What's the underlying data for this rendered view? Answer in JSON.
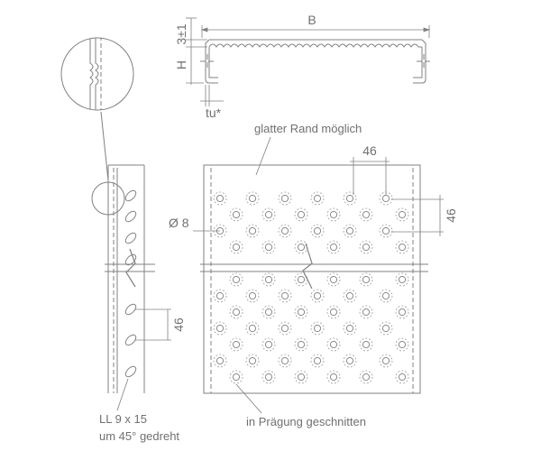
{
  "labels": {
    "width_b": "B",
    "height_h": "H",
    "tolerance": "3±1",
    "thickness": "tu*",
    "smooth_edge": "glatter Rand möglich",
    "spacing_top": "46",
    "spacing_right": "46",
    "spacing_left": "46",
    "diameter": "Ø 8",
    "slot_line1": "LL 9 x 15",
    "slot_line2": "um 45° gedreht",
    "cut_note": "in Prägung geschnitten"
  },
  "colors": {
    "line": "#808080",
    "text": "#707070",
    "dash": "#9a9a9a"
  }
}
